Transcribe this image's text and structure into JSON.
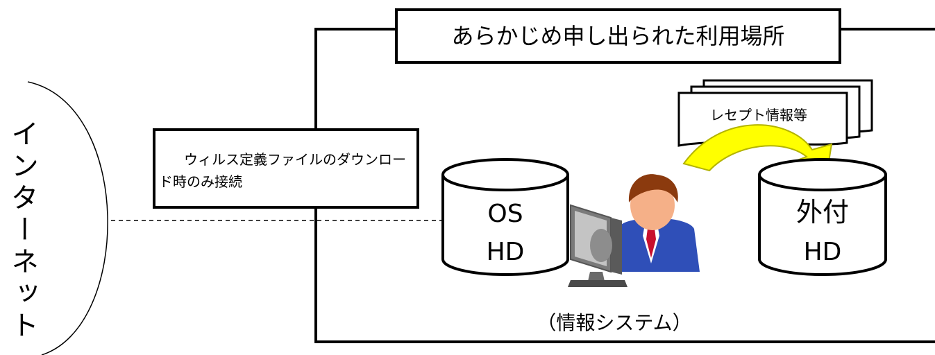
{
  "internet": {
    "label": "インターネット"
  },
  "location": {
    "title": "あらかじめ申し出られた利用場所"
  },
  "virus_note": {
    "text": "ウィルス定義ファイルのダウンロード時のみ接続"
  },
  "receipt": {
    "label": "レセプト情報等"
  },
  "os_disk": {
    "line1": "OS",
    "line2": "HD"
  },
  "external_disk": {
    "line1": "外付",
    "line2": "HD"
  },
  "system": {
    "label": "（情報システム）"
  },
  "colors": {
    "arrow_fill": "#ffff00",
    "arrow_edge": "#b3b300",
    "line": "#000000",
    "suit": "#2f4fb8",
    "tie": "#c8102e",
    "hair": "#8b3a0e",
    "skin": "#f5b088",
    "monitor": "#7a7a7a"
  },
  "icons": [
    "user-at-computer-icon",
    "curved-arrow-icon",
    "document-stack-icon",
    "disk-cylinder-icon"
  ]
}
